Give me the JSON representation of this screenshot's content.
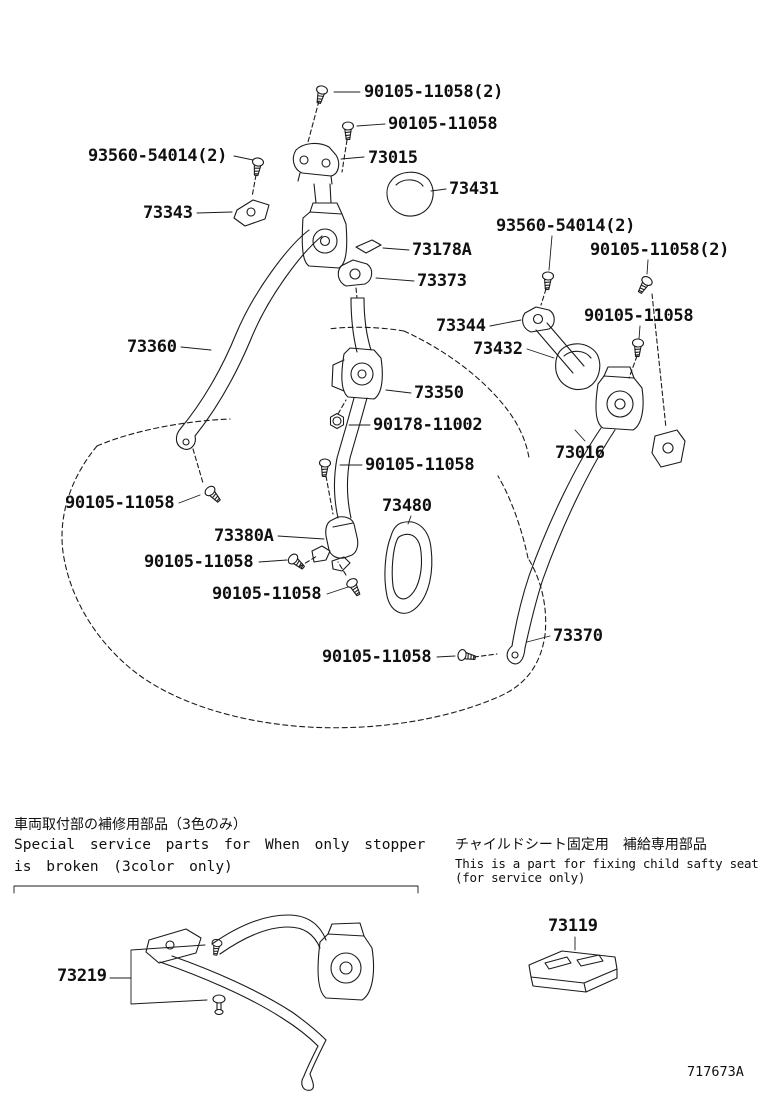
{
  "diagram": {
    "part_labels": [
      {
        "text": "90105-11058(2)"
      },
      {
        "text": "90105-11058"
      },
      {
        "text": "93560-54014(2)"
      },
      {
        "text": "73015"
      },
      {
        "text": "73431"
      },
      {
        "text": "73343"
      },
      {
        "text": "73178A"
      },
      {
        "text": "93560-54014(2)"
      },
      {
        "text": "90105-11058(2)"
      },
      {
        "text": "73373"
      },
      {
        "text": "73344"
      },
      {
        "text": "90105-11058"
      },
      {
        "text": "73432"
      },
      {
        "text": "73360"
      },
      {
        "text": "73350"
      },
      {
        "text": "90178-11002"
      },
      {
        "text": "90105-11058"
      },
      {
        "text": "73016"
      },
      {
        "text": "90105-11058"
      },
      {
        "text": "73480"
      },
      {
        "text": "73380A"
      },
      {
        "text": "90105-11058"
      },
      {
        "text": "90105-11058"
      },
      {
        "text": "73370"
      },
      {
        "text": "90105-11058"
      }
    ]
  },
  "notes": {
    "left": {
      "jp": "車両取付部の補修用部品（3色のみ）",
      "en1": "Special service parts for When only stopper",
      "en2": "is broken (3color only)",
      "part_number": "73219"
    },
    "right": {
      "jp": "チャイルドシート固定用　補給専用部品",
      "en1": "This is a part for fixing child safty seat",
      "en2": "(for service only)",
      "part_number": "73119"
    }
  },
  "footer": {
    "drawing_code": "717673A"
  },
  "colors": {
    "line": "#1b1b1b",
    "background": "#ffffff"
  }
}
